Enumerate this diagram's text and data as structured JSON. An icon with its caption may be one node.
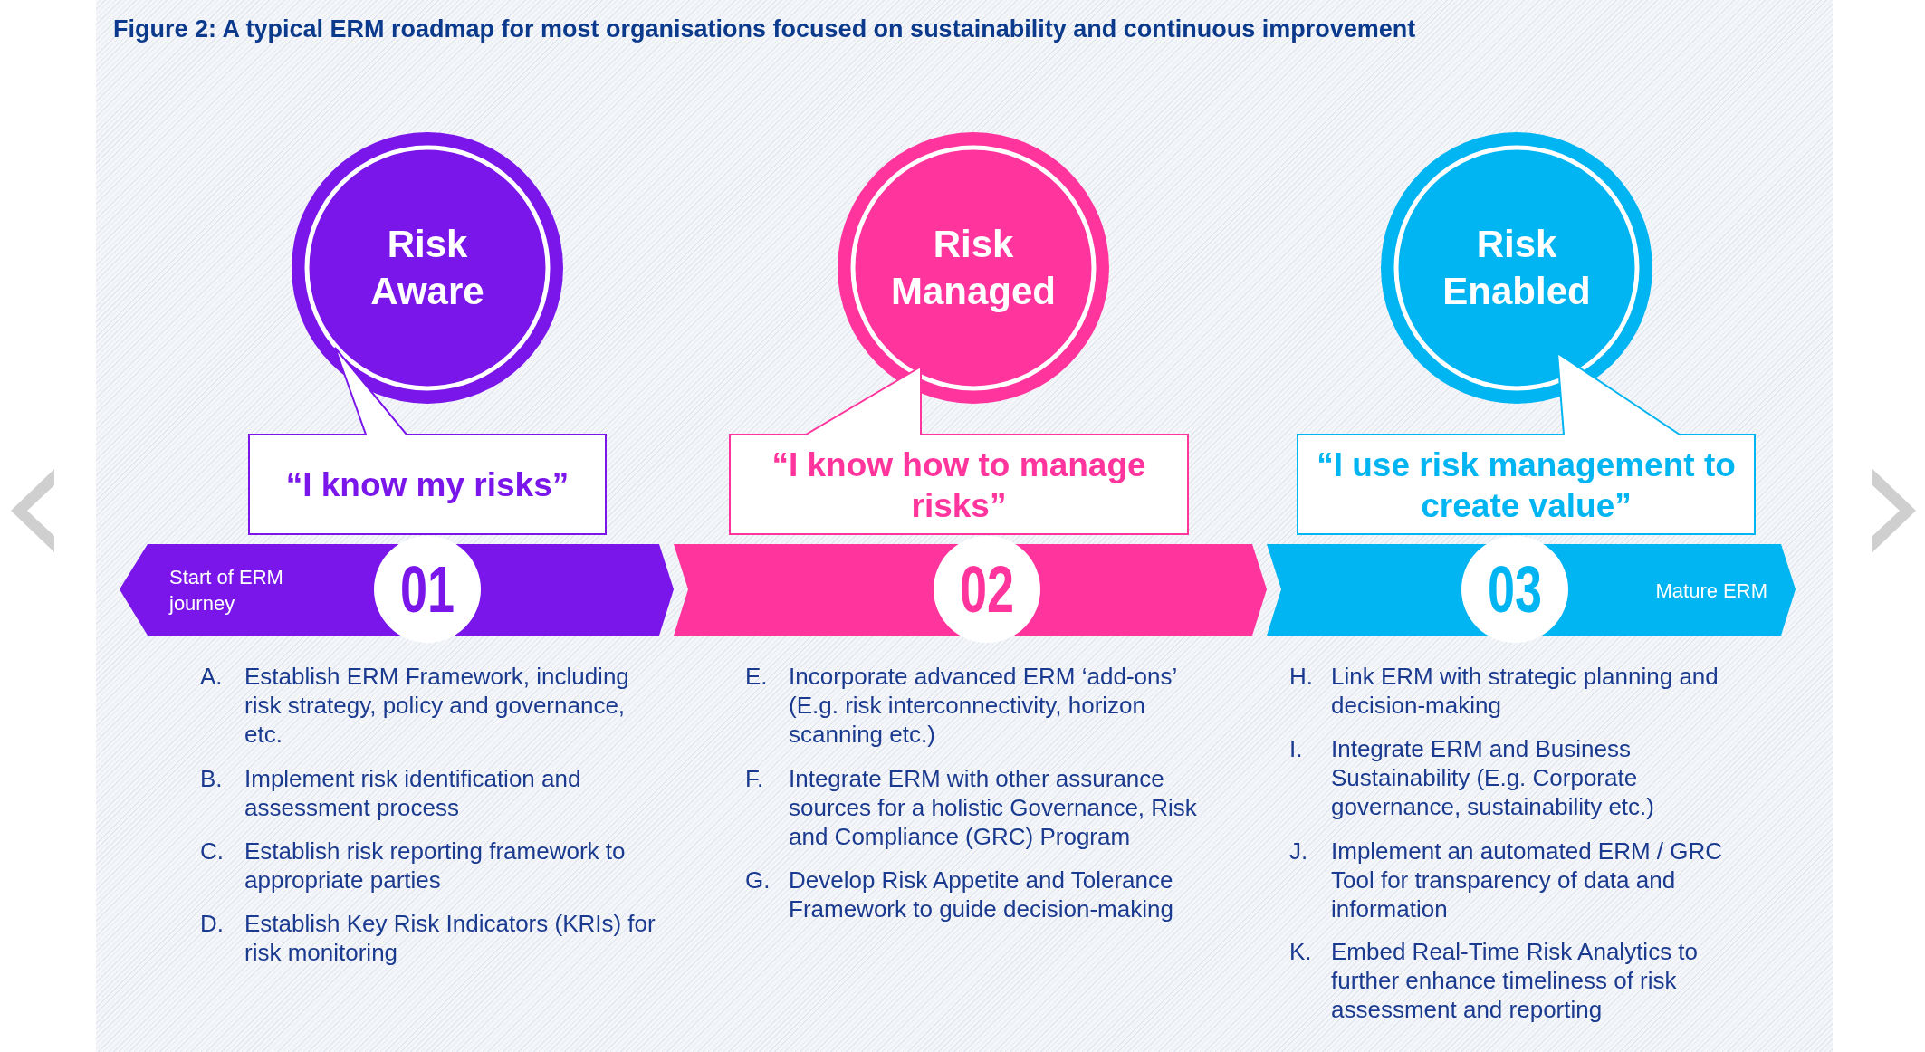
{
  "diagram": {
    "title": "Figure 2: A typical ERM roadmap for most organisations focused on sustainability and continuous improvement",
    "nodes": [
      {
        "text": [
          "Risk Aware"
        ]
      },
      {
        "text": [
          "“I know my risks”"
        ]
      },
      {
        "text": [
          "Risk Managed"
        ]
      },
      {
        "text": [
          "“I know how to manage risks”"
        ]
      },
      {
        "text": [
          "Risk Enabled"
        ]
      },
      {
        "text": [
          "“I use risk management to create value”"
        ]
      },
      {
        "text": [
          "Start of ERM journey",
          "01"
        ]
      },
      {
        "text": [
          "02"
        ]
      },
      {
        "text": [
          "03",
          "Mature ERM"
        ]
      }
    ],
    "labels": [
      "A.",
      "Establish ERM Framework, including risk strategy, policy and governance, etc.",
      "B.",
      "Implement risk identification and assessment process",
      "C.",
      "Establish risk reporting framework to appropriate parties",
      "D.",
      "Establish Key Risk Indicators (KRIs) for risk monitoring",
      "E.",
      "Incorporate advanced ERM ‘add-ons’ (E.g. risk interconnectivity, horizon scanning etc.)",
      "F.",
      "Integrate ERM with other assurance sources for a holistic Governance, Risk and Compliance (GRC) Program",
      "G.",
      "Develop Risk Appetite and Tolerance Framework to guide decision-making",
      "H.",
      "Link ERM with strategic planning and decision-making",
      "I.",
      "Integrate ERM and Business Sustainability (E.g. Corporate governance, sustainability etc.)",
      "J.",
      "Implement an automated ERM / GRC Tool for transparency of data and information",
      "K.",
      "Embed Real-Time Risk Analytics to further enhance timeliness of risk assessment and reporting"
    ]
  }
}
